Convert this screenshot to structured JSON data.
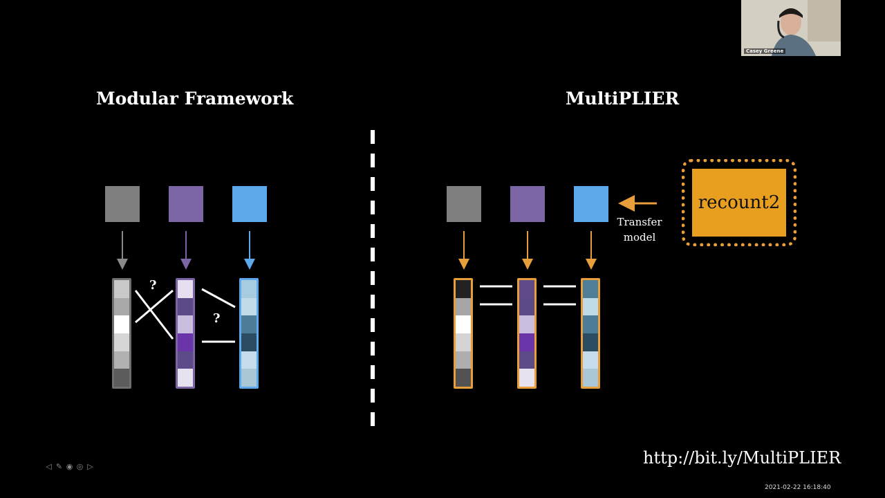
{
  "slide": {
    "left_title": "Modular Framework",
    "right_title": "MultiPLIER",
    "question_mark": "?",
    "transfer_label_line1": "Transfer",
    "transfer_label_line2": "model",
    "recount_label": "recount2",
    "url": "http://bit.ly/MultiPLIER",
    "timestamp": "2021-02-22  16:18:40"
  },
  "webcam": {
    "participant_name": "Casey Greene"
  },
  "colors": {
    "gray": "#7f7f7f",
    "purple": "#7b65a4",
    "blue": "#5ea8ec",
    "orange": "#e89e3a",
    "gray_column": [
      "#c8c8c8",
      "#a9a9a9",
      "#ffffff",
      "#d6d6d6",
      "#b1b1b1",
      "#5c5c5c"
    ],
    "purple_column": [
      "#e6dff0",
      "#5b4a85",
      "#c9bde0",
      "#6a35a8",
      "#5d4a88",
      "#e7e2f0"
    ],
    "blue_column": [
      "#a7cce0",
      "#c2dbe8",
      "#4c7c98",
      "#2c4d61",
      "#c4dceb",
      "#aac7d8"
    ],
    "right_gray_column": [
      "#222222",
      "#a6a6a6",
      "#ffffff",
      "#d4d4d4",
      "#aeaeae",
      "#525252"
    ],
    "right_purple_column": [
      "#5f4a8a",
      "#5b4a85",
      "#c9bde0",
      "#6a35a8",
      "#5d4a88",
      "#e7e2f0"
    ],
    "right_blue_column": [
      "#4f7e99",
      "#c0dbe8",
      "#4c7c98",
      "#2c4d61",
      "#c4dceb",
      "#aac7d8"
    ]
  },
  "nav_icons": [
    "arrow-left-icon",
    "pencil-icon",
    "circle-icon",
    "menu-icon",
    "arrow-right-icon"
  ]
}
